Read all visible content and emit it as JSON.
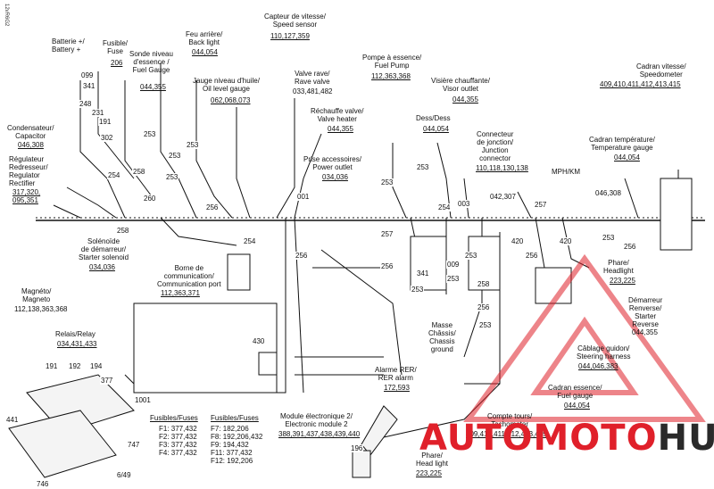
{
  "ref_code": "12vR6G2",
  "labels": {
    "battery": "Batterie +/\nBattery +",
    "fuse": "Fusible/\nFuse",
    "fuse_nums": "206",
    "fuel_sender": "Sonde niveau\nd'essence /\nFuel Gauge",
    "fuel_sender_nums": "044,355",
    "backlight": "Feu arrière/\nBack light",
    "backlight_nums": "044,054",
    "speed_sensor": "Capteur de vitesse/\nSpeed sensor",
    "speed_sensor_nums": "110,127,359",
    "oil_gauge": "Jauge niveau d'huile/\nOil level gauge",
    "oil_gauge_nums": "062,068,073",
    "rave_valve": "Valve rave/\nRave valve",
    "rave_valve_nums": "033,481,482",
    "fuel_pump": "Pompe à essence/\nFuel Pump",
    "fuel_pump_nums": "112,363,368",
    "visor": "Visière chauffante/\nVisor outlet",
    "visor_nums": "044,355",
    "speedometer": "Cadran vitesse/\nSpeedometer",
    "speedometer_nums": "409,410,411,412,413,415",
    "capacitor": "Condensateur/\nCapacitor",
    "capacitor_nums": "046,308",
    "valve_heater": "Réchauffe valve/\nValve heater",
    "valve_heater_nums": "044,355",
    "dess": "Dess/Dess",
    "dess_nums": "044,054",
    "junction": "Connecteur\nde jonction/\nJunction\nconnector",
    "junction_nums": "110,118,130,138",
    "temp_gauge": "Cadran température/\nTemperature gauge",
    "temp_gauge_nums": "044,054",
    "regulator": "Régulateur\nRedresseur/\nRegulator\nRectifier",
    "regulator_nums": "317,320,\n095,351",
    "power_outlet": "Prise accessoires/\nPower outlet",
    "power_outlet_nums": "034,036",
    "mph_km": "MPH/KM",
    "starter_solenoid": "Solénoïde\nde démarreur/\nStarter solenoid",
    "starter_solenoid_nums": "034,036",
    "comm_port": "Borne de\ncommunication/\nCommunication port",
    "comm_port_nums": "112,363,371",
    "headlight_right": "Phare/\nHeadlight",
    "headlight_right_nums": "223,225",
    "magneto": "Magnéto/\nMagneto",
    "magneto_nums": "112,138,363,368",
    "ground": "Masse\nChâssis/\nChassis\nground",
    "starter_reverse": "Démarreur\nRenverse/\nStarter\nReverse",
    "starter_reverse_nums": "044,355",
    "relay": "Relais/Relay",
    "relay_nums": "034,431,433",
    "steering": "Câblage guidon/\nSteering harness",
    "steering_nums": "044,046,383",
    "rer_alarm": "Alarme RER/\nRER alarm",
    "rer_alarm_nums": "172,593",
    "fuel_gauge": "Cadran essence/\nFuel gauge",
    "fuel_gauge_nums": "044,054",
    "tachometer": "Compte tours/\nTachometer",
    "tachometer_nums": "409,410,411,412,413,415",
    "module": "Module électronique 2/\nElectronic module 2",
    "module_nums": "388,391,437,438,439,440",
    "headlight_bottom": "Phare/\nHead light",
    "headlight_bottom_nums": "223,225",
    "fuses_left_title": "Fusibles/Fuses",
    "fuses_left": "F1: 377,432\nF2: 377,432\nF3: 377,432\nF4: 377,432",
    "fuses_right_title": "Fusibles/Fuses",
    "fuses_right": "F7: 182,206\nF8: 192,206,432\nF9: 194,432\nF11: 377,432\nF12: 192,206"
  },
  "codes": {
    "c099": "099",
    "c341a": "341",
    "c248": "248",
    "c231": "231",
    "c191": "191",
    "c302": "302",
    "c253a": "253",
    "c253b": "253",
    "c253c": "253",
    "c253d": "253",
    "c254a": "254",
    "c258": "258",
    "c260": "260",
    "c256a": "256",
    "c001": "001",
    "c253e": "253",
    "c253f": "253",
    "c254b": "254",
    "c003": "003",
    "c042": "042,307",
    "c046": "046,308",
    "c257a": "257",
    "c257b": "257",
    "c420a": "420",
    "c420b": "420",
    "c253g": "253",
    "c256b": "256",
    "c253h": "253",
    "c256c": "256",
    "c258b": "258",
    "c254c": "254",
    "c256d": "256",
    "c256e": "256",
    "c341b": "341",
    "c009": "009",
    "c253i": "253",
    "c253j": "253",
    "c258c": "258",
    "c253k": "253",
    "c256f": "256",
    "c430": "430",
    "c1001": "1001",
    "c191b": "191",
    "c192": "192",
    "c194": "194",
    "c377": "377",
    "c441": "441",
    "c747": "747",
    "c746": "746",
    "c649": "6/49",
    "c196": "196"
  },
  "watermark": {
    "text_auto": "AUTO",
    "text_moto": "MOTO",
    "text_hub": "HUB",
    "red": "#e0202a",
    "dark": "#2a2a2a"
  }
}
